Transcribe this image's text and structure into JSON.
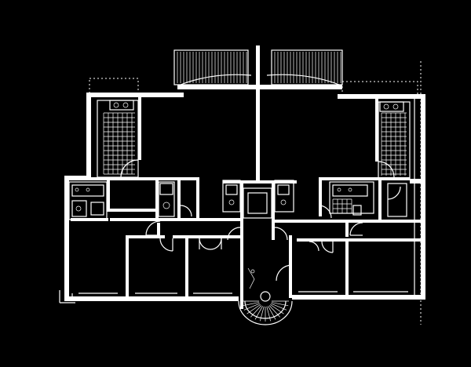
{
  "diagram": {
    "type": "architectural-floor-plan",
    "background_color": "#000000",
    "line_color": "#ffffff",
    "units": "apartments",
    "unit_count": 2,
    "stair": "spiral",
    "labels": []
  }
}
